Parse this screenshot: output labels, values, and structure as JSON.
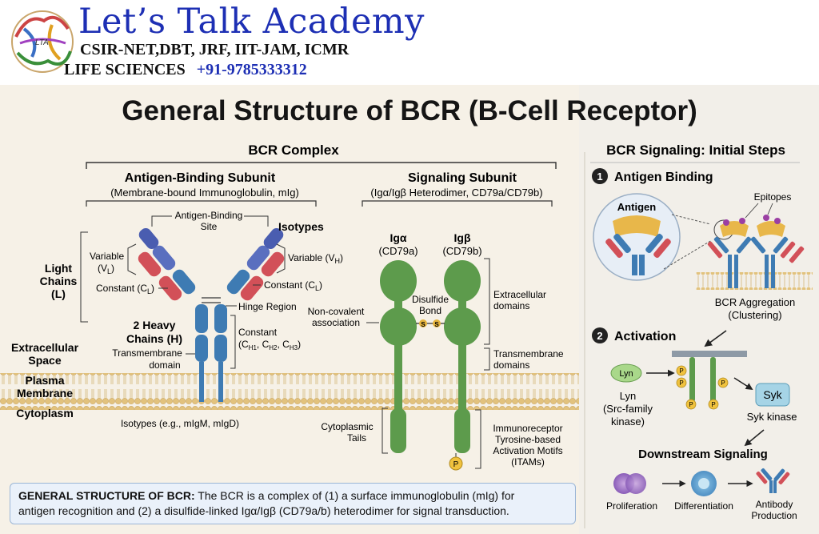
{
  "header": {
    "title": "Let’s Talk Academy",
    "line2": "CSIR-NET,DBT, JRF, IIT-JAM, ICMR",
    "line3": "LIFE SCIENCES",
    "phone": "+91-9785333312",
    "logo_text": "LTA"
  },
  "page_title": "General Structure of BCR (B-Cell Receptor)",
  "complex_title": "BCR Complex",
  "antigen_subunit": {
    "title": "Antigen-Binding Subunit",
    "subtitle": "(Membrane-bound Immunoglobulin, mIg)",
    "binding_site_line1": "Antigen-Binding",
    "binding_site_line2": "Site",
    "isotypes": "Isotypes",
    "variable_l_line1": "Variable",
    "variable_l_line2": "(V",
    "variable_l_sub": "L",
    "variable_h": "Variable (V",
    "variable_h_sub": "H",
    "constant_l_left": "Constant (C",
    "constant_l_right": "Constant (C",
    "constant_l_sub": "L",
    "light_chains_line1": "Light",
    "light_chains_line2": "Chains",
    "light_chains_line3": "(L)",
    "hinge": "Hinge Region",
    "heavy_line1": "2 Heavy",
    "heavy_line2": "Chains (H)",
    "constant_h_line1": "Constant",
    "constant_h_prefix": "(C",
    "constant_h_sub1": "H1",
    "constant_h_sub2": "H2",
    "constant_h_sub3": "H3",
    "transmembrane_line1": "Transmembrane",
    "transmembrane_line2": "domain",
    "isotypes_example": "Isotypes (e.g., mIgM, mIgD)"
  },
  "regions": {
    "extracellular_line1": "Extracellular",
    "extracellular_line2": "Space",
    "plasma_line1": "Plasma",
    "plasma_line2": "Membrane",
    "cytoplasm": "Cytoplasm"
  },
  "signaling_subunit": {
    "title": "Signaling Subunit",
    "subtitle": "(Igα/Igβ Heterodimer, CD79a/CD79b)",
    "ig_alpha": "Igα",
    "ig_alpha_cd": "(CD79a)",
    "ig_beta": "Igβ",
    "ig_beta_cd": "(CD79b)",
    "disulfide_line1": "Disulfide",
    "disulfide_line2": "Bond",
    "s_label": "S",
    "noncovalent_line1": "Non-covalent",
    "noncovalent_line2": "association",
    "extracellular_domains_line1": "Extracellular",
    "extracellular_domains_line2": "domains",
    "transmembrane_domains_line1": "Transmembrane",
    "transmembrane_domains_line2": "domains",
    "cytoplasmic_line1": "Cytoplasmic",
    "cytoplasmic_line2": "Tails",
    "itam_line1": "Immunoreceptor",
    "itam_line2": "Tyrosine-based",
    "itam_line3": "Activation Motifs",
    "itam_line4": "(ITAMs)",
    "p_label": "P"
  },
  "signaling_steps": {
    "title": "BCR Signaling: Initial Steps",
    "step1_number": "1",
    "step1_title": "Antigen Binding",
    "antigen": "Antigen",
    "epitopes": "Epitopes",
    "aggregation_line1": "BCR Aggregation",
    "aggregation_line2": "(Clustering)",
    "step2_number": "2",
    "step2_title": "Activation",
    "lyn_badge": "Lyn",
    "lyn_line1": "Lyn",
    "lyn_line2": "(Src-family",
    "lyn_line3": "kinase)",
    "syk_badge": "Syk",
    "syk_label": "Syk kinase",
    "downstream": "Downstream Signaling",
    "proliferation": "Proliferation",
    "differentiation": "Differentiation",
    "antibody_line1": "Antibody",
    "antibody_line2": "Production"
  },
  "caption": {
    "bold": "GENERAL STRUCTURE OF BCR:",
    "line1": " The BCR is a complex of (1) a surface immunoglobulin (mIg) for",
    "line2": "antigen recognition and (2) a disulfide-linked Igα/Igβ (CD79a/b) heterodimer for signal transduction."
  },
  "colors": {
    "heavy_chain": "#3e7bb3",
    "light_chain": "#d25058",
    "variable_tip": "#5a6fbf",
    "signaling": "#5d9b4c",
    "antigen": "#e8b74a",
    "membrane": "#e9cf93",
    "brand_blue": "#1d2fb4"
  }
}
